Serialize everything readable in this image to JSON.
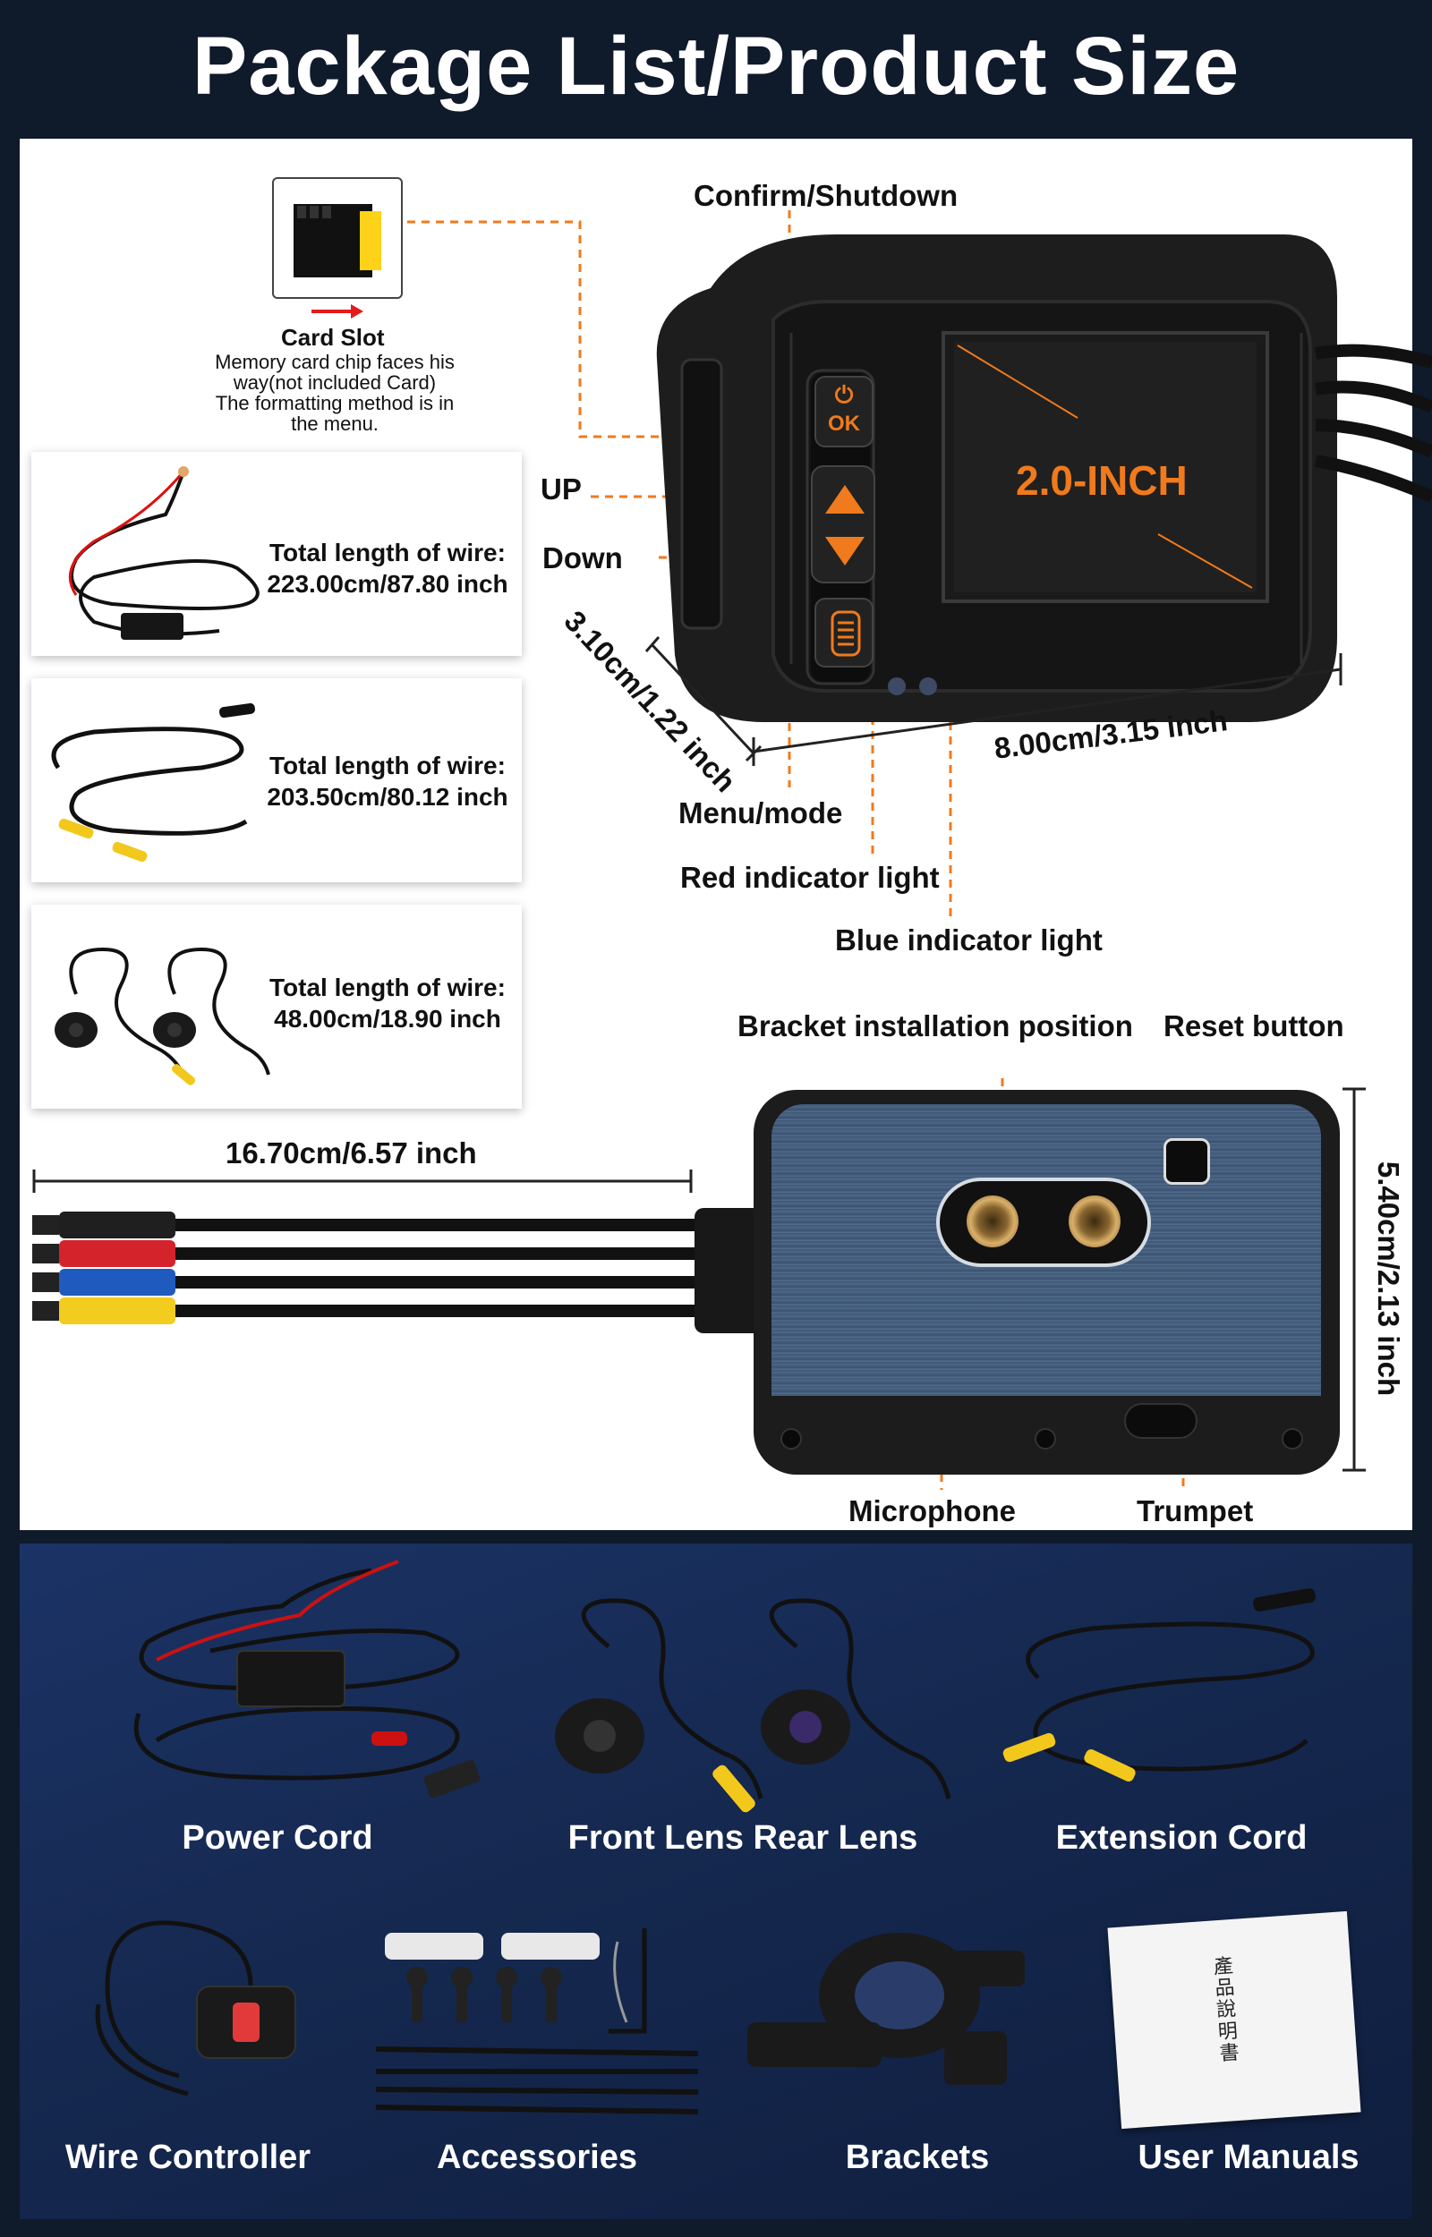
{
  "title": "Package List/Product Size",
  "card_slot": {
    "label": "Card Slot",
    "line1": "Memory card chip faces his",
    "line2": "way(not included Card)",
    "line3": "The formatting method is in",
    "line4": "the menu."
  },
  "callouts": {
    "confirm": "Confirm/Shutdown",
    "up": "UP",
    "down": "Down",
    "menu": "Menu/mode",
    "red_light": "Red indicator light",
    "blue_light": "Blue indicator light",
    "bracket_pos": "Bracket installation position",
    "reset": "Reset button",
    "microphone": "Microphone",
    "trumpet": "Trumpet"
  },
  "screen_label": "2.0-INCH",
  "screen_ok": "OK",
  "dimensions": {
    "depth": "3.10cm/1.22 inch",
    "width": "8.00cm/3.15 inch",
    "cable": "16.70cm/6.57 inch",
    "height": "5.40cm/2.13 inch"
  },
  "wires": [
    {
      "heading": "Total length of wire:",
      "length": "223.00cm/87.80 inch"
    },
    {
      "heading": "Total length of wire:",
      "length": "203.50cm/80.12 inch"
    },
    {
      "heading": "Total length of wire:",
      "length": "48.00cm/18.90 inch"
    }
  ],
  "package_items": [
    "Power Cord",
    "Front Lens Rear Lens",
    "Extension Cord",
    "Wire Controller",
    "Accessories",
    "Brackets",
    "User Manuals"
  ],
  "manual_text": "產品說明書",
  "colors": {
    "background": "#0f1a2b",
    "accent": "#f07a1c",
    "package_bg": "#1b3366"
  }
}
